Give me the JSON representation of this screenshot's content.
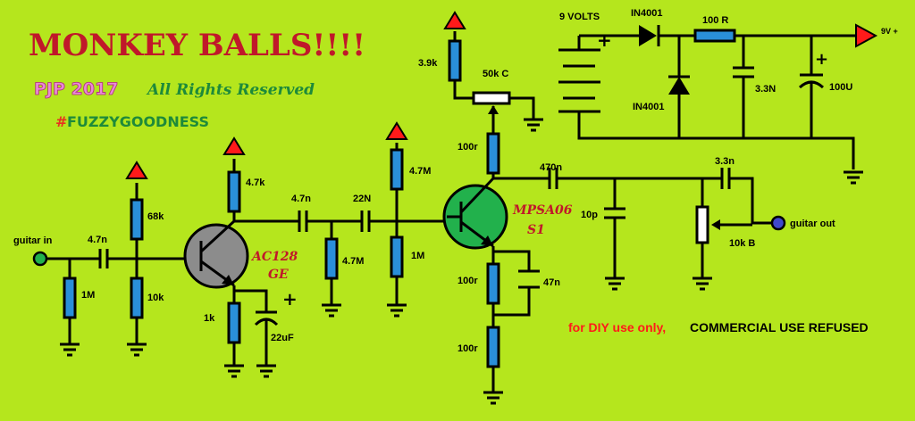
{
  "header": {
    "title": "MONKEY BALLS!!!!",
    "author": "PJP 2017",
    "rights": "All Rights Reserved",
    "hash": "#",
    "tag": "FUZZYGOODNESS"
  },
  "labels": {
    "guitar_in": "guitar in",
    "c_in": "4.7n",
    "r_68k": "68k",
    "r_1m_in": "1M",
    "r_10k": "10k",
    "r_4k7": "4.7k",
    "q1_part": "AC128",
    "q1_grade": "GE",
    "r_1k": "1k",
    "c_22uf": "22uF",
    "c_mid1": "4.7n",
    "c_mid2": "22N",
    "r_4m7_a": "4.7M",
    "r_4m7_b": "4.7M",
    "r_1m_b": "1M",
    "r_3k9": "3.9k",
    "pot_50k": "50k C",
    "r_100r_top": "100r",
    "q2_part": "MPSA06",
    "q2_grade": "S1",
    "c_470n": "470n",
    "c_10p": "10p",
    "c_3n3_out": "3.3n",
    "pot_10k": "10k B",
    "guitar_out": "guitar out",
    "r_100r_mid": "100r",
    "c_47n": "47n",
    "r_100r_bot": "100r",
    "supply_9v": "9 VOLTS",
    "diode_top": "IN4001",
    "r_100r_psu": "100 R",
    "out_9v": "9V +",
    "diode_bottom": "IN4001",
    "c_3n3_psu": "3.3N",
    "c_100u": "100U",
    "plus": "+"
  },
  "notice": {
    "diy": "for DIY use only,",
    "commercial": "COMMERCIAL USE REFUSED"
  },
  "colors": {
    "background": "#b5e61d",
    "resistor": "#2a8fd9",
    "q1_body": "#8c8c8c",
    "q2_body": "#22b14c",
    "arrow": "#ff1a1a",
    "jack": "#22b14c",
    "jack_out": "#3f48cc"
  }
}
